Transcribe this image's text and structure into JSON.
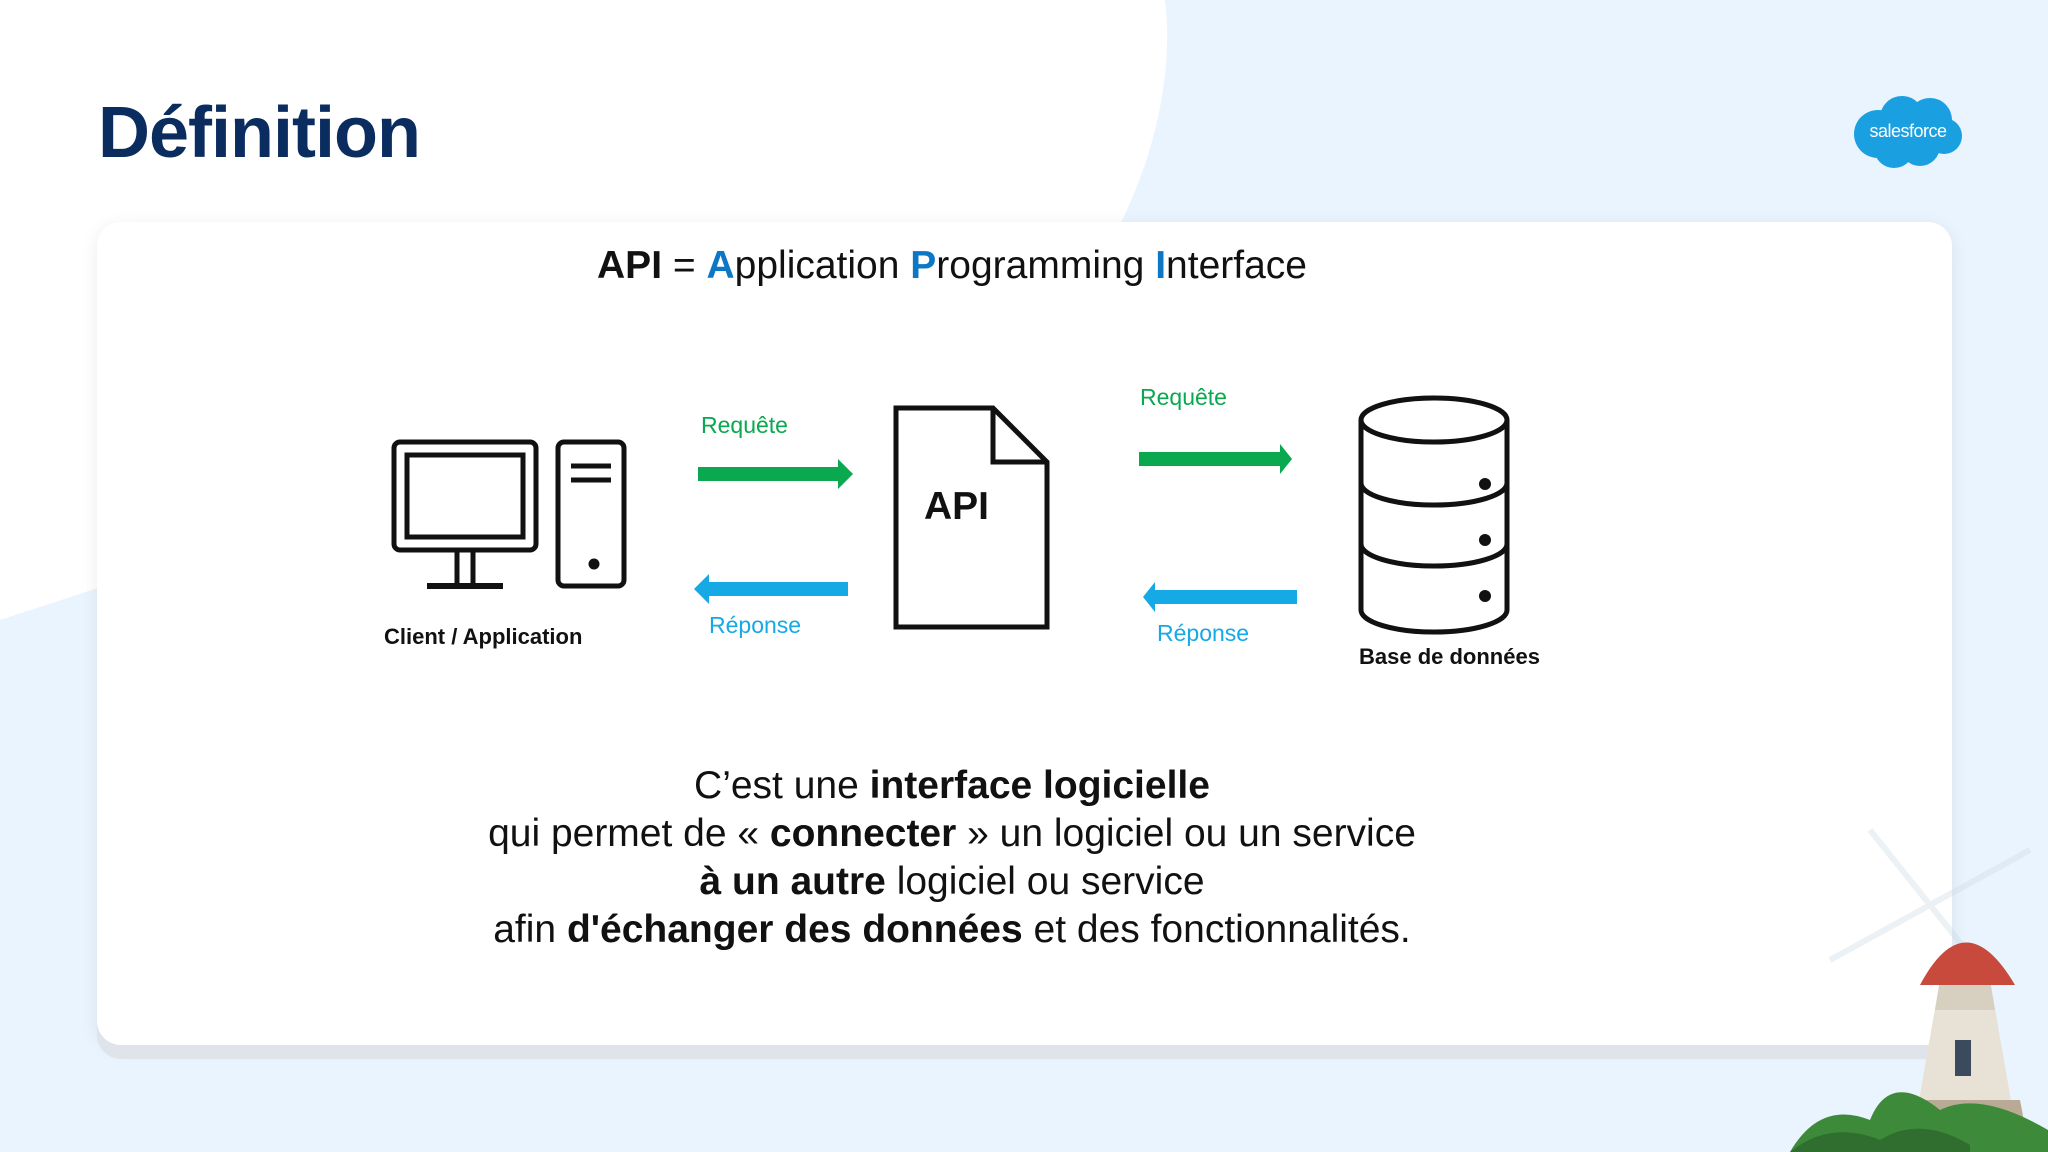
{
  "header": {
    "title": "Définition",
    "logo_text": "salesforce"
  },
  "acronym": {
    "abbr": "API",
    "equals": " = ",
    "w1_first": "A",
    "w1_rest": "pplication ",
    "w2_first": "P",
    "w2_rest": "rogramming ",
    "w3_first": "I",
    "w3_rest": "nterface"
  },
  "diagram": {
    "client_label": "Client / Application",
    "api_label": "API",
    "database_label": "Base de données",
    "request_label_left": "Requête",
    "response_label_left": "Réponse",
    "request_label_right": "Requête",
    "response_label_right": "Réponse"
  },
  "description": {
    "l1_a": "C’est une ",
    "l1_b": "interface logicielle",
    "l2_a": "qui permet de « ",
    "l2_b": "connecter",
    "l2_c": " » un logiciel ou un service",
    "l3_a": "à un autre",
    "l3_b": " logiciel ou service",
    "l4_a": "afin ",
    "l4_b": "d'échanger des données",
    "l4_c": " et des fonctionnalités."
  },
  "colors": {
    "title": "#0b2c5f",
    "acronym_highlight": "#0b77c5",
    "request_arrow": "#0aa84f",
    "response_arrow": "#15a9e6",
    "logo": "#1a9fe0"
  }
}
